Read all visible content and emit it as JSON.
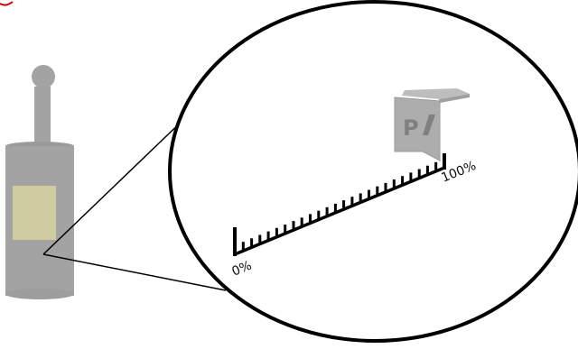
{
  "scale": {
    "min_label": "0%",
    "max_label": "100%",
    "tick_count": 24
  },
  "marker": {
    "label": "P"
  },
  "colors": {
    "stove_body": "#a3a3a3",
    "stove_window": "#cfcc9f",
    "marker_face": "#adadad",
    "marker_top": "#bdbdbd",
    "outline": "#000000",
    "corner_mark": "#cc0000"
  },
  "icons": {
    "stove": "stove-icon",
    "marker": "marker-block-icon"
  }
}
